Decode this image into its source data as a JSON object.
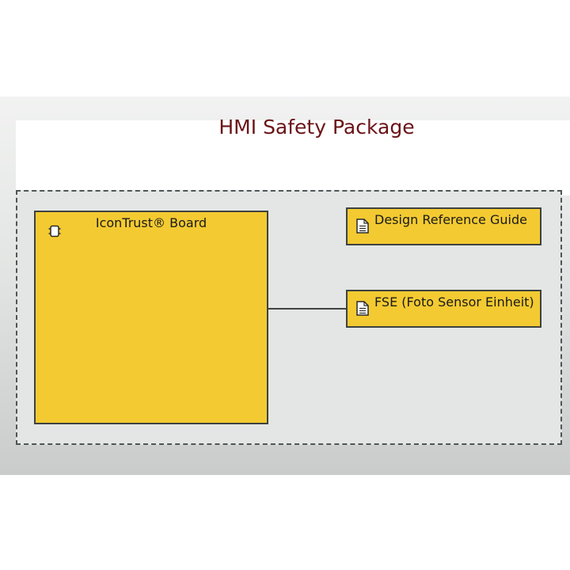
{
  "diagram": {
    "title": "HMI Safety Package",
    "component": {
      "label": "IconTrust® Board",
      "icon": "chip-icon"
    },
    "documents": [
      {
        "label": "Design Reference Guide",
        "icon": "document-icon"
      },
      {
        "label": "FSE (Foto Sensor Einheit)",
        "icon": "document-icon"
      }
    ],
    "colors": {
      "title": "#6b1418",
      "box_fill": "#f3ca31",
      "border": "#3d4240"
    }
  }
}
